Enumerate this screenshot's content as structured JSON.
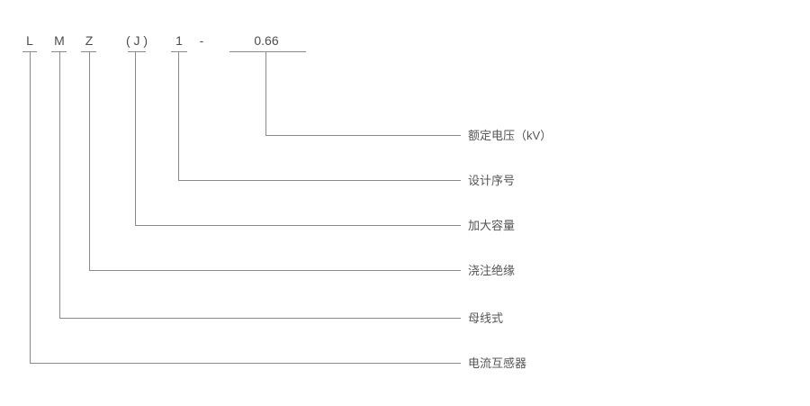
{
  "diagram": {
    "model_code": "LMZ(J)1-0.66",
    "separator": "-",
    "legend": [
      {
        "code": "0.66",
        "meaning": "额定电压（kV）"
      },
      {
        "code": "1",
        "meaning": "设计序号"
      },
      {
        "code": "( J )",
        "meaning": "加大容量"
      },
      {
        "code": "Z",
        "meaning": "浇注绝缘"
      },
      {
        "code": "M",
        "meaning": "母线式"
      },
      {
        "code": "L",
        "meaning": "电流互感器"
      }
    ],
    "colors": {
      "line": "#8a8a8a",
      "code_text": "#4d4d4d",
      "label_text": "#555555",
      "background": "#ffffff"
    }
  }
}
